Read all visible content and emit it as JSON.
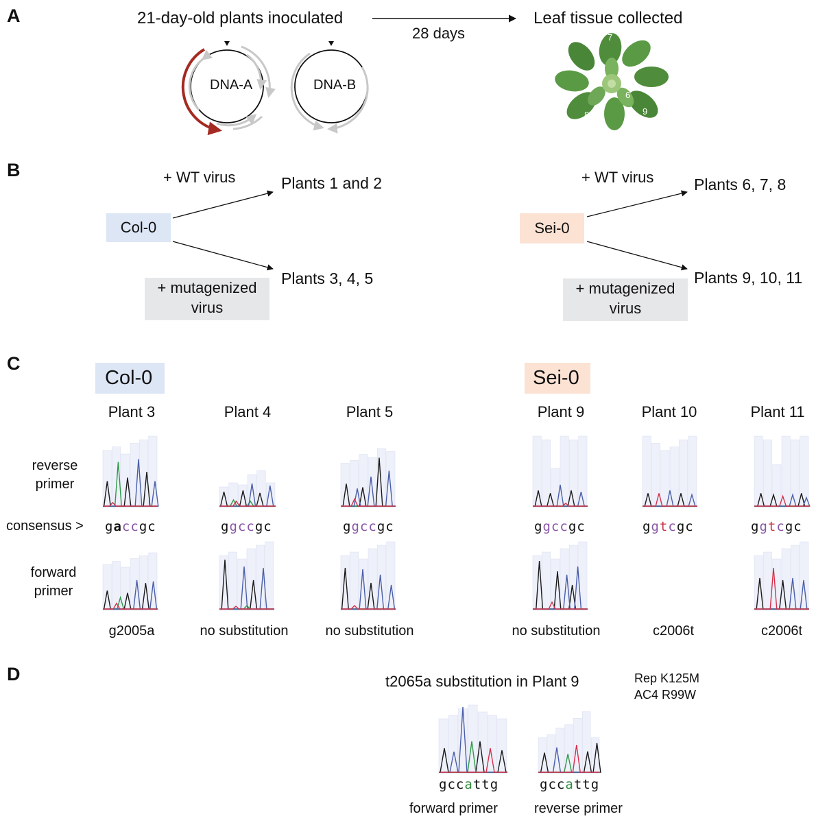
{
  "panels": {
    "a": "A",
    "b": "B",
    "c": "C",
    "d": "D"
  },
  "panel_a": {
    "inoculated_label": "21-day-old plants inoculated",
    "duration_label": "28 days",
    "collected_label": "Leaf tissue collected",
    "dna_a_label": "DNA-A",
    "dna_b_label": "DNA-B",
    "leaf_numbers": [
      "7",
      "6",
      "8",
      "9"
    ]
  },
  "panel_b": {
    "col_label": "Col-0",
    "sei_label": "Sei-0",
    "wt_virus_left": "+ WT virus",
    "wt_virus_right": "+ WT virus",
    "mut_virus_left_line1": "+ mutagenized",
    "mut_virus_left_line2": "virus",
    "mut_virus_right_line1": "+ mutagenized",
    "mut_virus_right_line2": "virus",
    "plants_1_2": "Plants 1 and 2",
    "plants_3_4_5": "Plants 3, 4, 5",
    "plants_6_7_8": "Plants 6, 7, 8",
    "plants_9_10_11": "Plants 9, 10, 11"
  },
  "panel_c": {
    "col_header": "Col-0",
    "sei_header": "Sei-0",
    "reverse_primer_line1": "reverse",
    "reverse_primer_line2": "primer",
    "consensus_label": "consensus >",
    "forward_primer_line1": "forward",
    "forward_primer_line2": "primer",
    "plants": [
      {
        "name": "Plant 3",
        "consensus": [
          "g",
          "a",
          "c",
          "c",
          "g",
          "c"
        ],
        "highlight": [
          1,
          2,
          3
        ],
        "result": "g2005a"
      },
      {
        "name": "Plant 4",
        "consensus": [
          "g",
          "g",
          "c",
          "c",
          "g",
          "c"
        ],
        "highlight": [
          1,
          2,
          3
        ],
        "result": "no substitution"
      },
      {
        "name": "Plant 5",
        "consensus": [
          "g",
          "g",
          "c",
          "c",
          "g",
          "c"
        ],
        "highlight": [
          1,
          2,
          3
        ],
        "result": "no substitution"
      },
      {
        "name": "Plant 9",
        "consensus": [
          "g",
          "g",
          "c",
          "c",
          "g",
          "c"
        ],
        "highlight": [
          1,
          2,
          3
        ],
        "result": "no substitution"
      },
      {
        "name": "Plant 10",
        "consensus": [
          "g",
          "g",
          "t",
          "c",
          "g",
          "c"
        ],
        "highlight": [
          1,
          2,
          3
        ],
        "result": "c2006t"
      },
      {
        "name": "Plant 11",
        "consensus": [
          "g",
          "g",
          "t",
          "c",
          "g",
          "c"
        ],
        "highlight": [
          1,
          2,
          3
        ],
        "result": "c2006t"
      }
    ]
  },
  "panel_d": {
    "title": "t2065a substitution in Plant 9",
    "rep_change": "Rep K125M",
    "ac4_change": "AC4 R99W",
    "forward_seq": [
      "g",
      "c",
      "c",
      "a",
      "t",
      "t",
      "g"
    ],
    "reverse_seq": [
      "g",
      "c",
      "c",
      "a",
      "t",
      "t",
      "g"
    ],
    "highlight_index": 3,
    "forward_label": "forward primer",
    "reverse_label": "reverse primer"
  },
  "colors": {
    "trace_black": "#1a1a1a",
    "trace_green": "#2e9a47",
    "trace_blue": "#4a5fa8",
    "trace_red": "#d6304a",
    "consensus_purple": "#8a56a8",
    "consensus_red": "#c8324a",
    "consensus_green": "#2e8a3c",
    "dna_red": "#a42a22",
    "arrow_grey": "#c8c8c8",
    "leaf_green": "#4a8a3a",
    "col_box": "#dde6f5",
    "sei_box": "#fbe2d3",
    "mut_box": "#e6e7e9"
  }
}
